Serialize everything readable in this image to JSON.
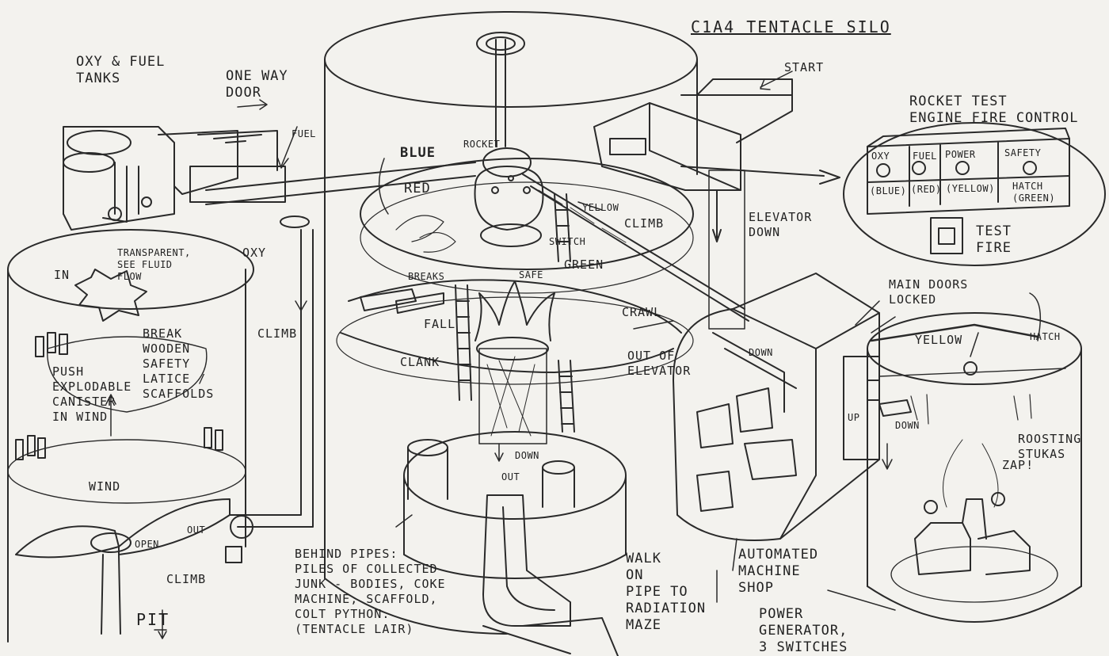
{
  "title": "C1A4 TENTACLE SILO",
  "labels": {
    "oxy_fuel_tanks": "OXY & FUEL\nTANKS",
    "one_way_door": "ONE WAY\nDOOR",
    "fuel": "FUEL",
    "start": "START",
    "rocket_test": "ROCKET TEST\nENGINE FIRE CONTROL",
    "blue": "BLUE",
    "rocket": "ROCKET",
    "red": "RED",
    "yellow_top": "YELLOW",
    "climb_top": "CLIMB",
    "elevator_down": "ELEVATOR\nDOWN",
    "transparent": "TRANSPARENT,\nSEE FLUID\nFLOW",
    "in": "IN",
    "oxy": "OXY",
    "switch": "SWITCH",
    "safe": "SAFE",
    "green": "GREEN",
    "breaks": "BREAKS",
    "crawl": "CRAWL",
    "main_doors": "MAIN DOORS\nLOCKED",
    "climb_mid": "CLIMB",
    "break_wooden": "BREAK\nWOODEN\nSAFETY\nLATICE /\nSCAFFOLDS",
    "fall": "FALL",
    "clank": "CLANK",
    "out_of_elevator": "OUT OF\nELEVATOR",
    "down_mid": "DOWN",
    "yellow_right": "YELLOW",
    "hatch_pointer": "HATCH",
    "push_canister": "PUSH\nEXPLODABLE\nCANISTER\nIN WIND",
    "down_pit": "DOWN",
    "out_mid": "OUT",
    "up": "UP",
    "down_shop": "DOWN",
    "roosting": "ROOSTING\nSTUKAS",
    "zap": "ZAP!",
    "wind": "WIND",
    "open": "OPEN",
    "out_left": "OUT",
    "climb_left": "CLIMB",
    "pit": "PIT",
    "behind_pipes": "BEHIND PIPES:\nPILES OF COLLECTED\nJUNK - BODIES, COKE\nMACHINE, SCAFFOLD,\nCOLT PYTHON.\n(TENTACLE LAIR)",
    "walk_on": "WALK\nON\nPIPE TO\nRADIATION\nMAZE",
    "machine_shop": "AUTOMATED\nMACHINE\nSHOP",
    "power_gen": "POWER\nGENERATOR,\n3 SWITCHES"
  },
  "panel": {
    "gauges": [
      "OXY",
      "FUEL",
      "POWER",
      "SAFETY"
    ],
    "colors": [
      "(BLUE)",
      "(RED)",
      "(YELLOW)",
      "HATCH\n(GREEN)"
    ],
    "test_fire": "TEST\nFIRE"
  },
  "ink_color": "#2a2a2a",
  "paper_color": "#f3f2ee"
}
